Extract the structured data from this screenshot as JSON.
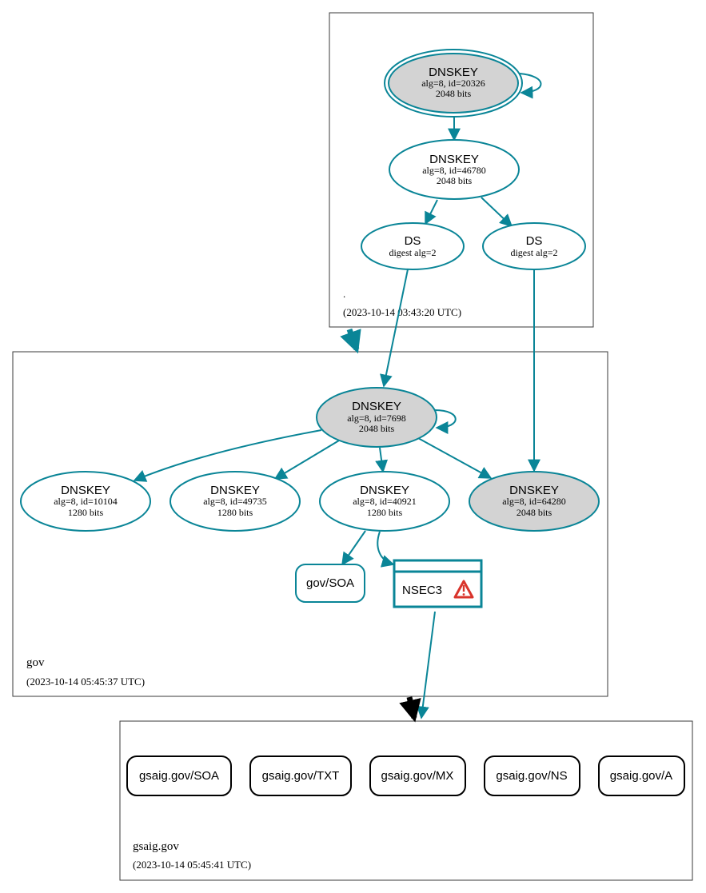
{
  "colors": {
    "edge": "#0a8597",
    "ksk_fill": "#d3d3d3",
    "warning": "#d9342b"
  },
  "zones": {
    "root": {
      "name": ".",
      "timestamp": "(2023-10-14 03:43:20 UTC)"
    },
    "gov": {
      "name": "gov",
      "timestamp": "(2023-10-14 05:45:37 UTC)"
    },
    "gsaig": {
      "name": "gsaig.gov",
      "timestamp": "(2023-10-14 05:45:41 UTC)"
    }
  },
  "nodes": {
    "root_ksk": {
      "title": "DNSKEY",
      "line1": "alg=8, id=20326",
      "line2": "2048 bits"
    },
    "root_zsk": {
      "title": "DNSKEY",
      "line1": "alg=8, id=46780",
      "line2": "2048 bits"
    },
    "ds1": {
      "title": "DS",
      "line1": "digest alg=2"
    },
    "ds2": {
      "title": "DS",
      "line1": "digest alg=2"
    },
    "gov_ksk": {
      "title": "DNSKEY",
      "line1": "alg=8, id=7698",
      "line2": "2048 bits"
    },
    "gov_k10104": {
      "title": "DNSKEY",
      "line1": "alg=8, id=10104",
      "line2": "1280 bits"
    },
    "gov_k49735": {
      "title": "DNSKEY",
      "line1": "alg=8, id=49735",
      "line2": "1280 bits"
    },
    "gov_k40921": {
      "title": "DNSKEY",
      "line1": "alg=8, id=40921",
      "line2": "1280 bits"
    },
    "gov_k64280": {
      "title": "DNSKEY",
      "line1": "alg=8, id=64280",
      "line2": "2048 bits"
    },
    "gov_soa": {
      "label": "gov/SOA"
    },
    "nsec3": {
      "label": "NSEC3",
      "warning_icon": "warning-icon"
    }
  },
  "rrsets": [
    {
      "label": "gsaig.gov/SOA"
    },
    {
      "label": "gsaig.gov/TXT"
    },
    {
      "label": "gsaig.gov/MX"
    },
    {
      "label": "gsaig.gov/NS"
    },
    {
      "label": "gsaig.gov/A"
    }
  ]
}
